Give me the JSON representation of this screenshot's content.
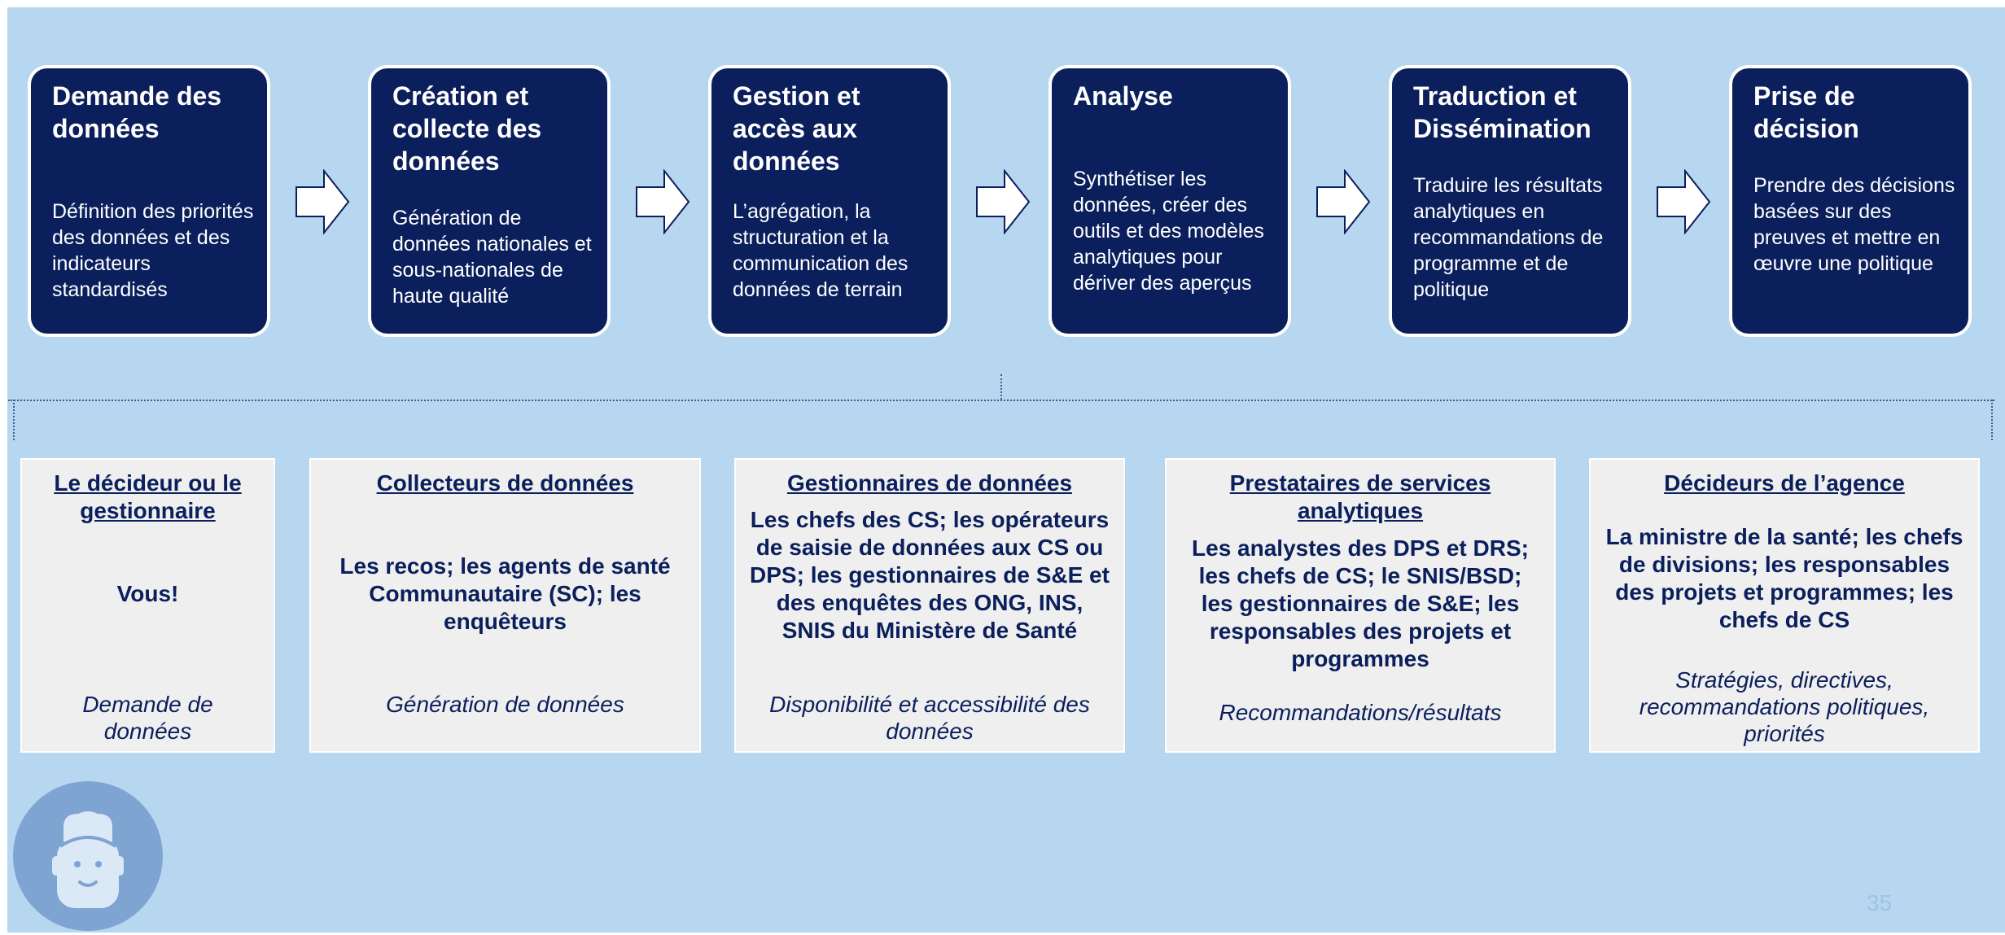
{
  "stages": [
    {
      "title": "Demande des données",
      "desc": "Définition des priorités des données et des indicateurs standardisés"
    },
    {
      "title": "Création et collecte des données",
      "desc": "Génération de données nationales et sous-nationales de haute qualité"
    },
    {
      "title": "Gestion et accès aux données",
      "desc": "L’agrégation, la structuration et la communication des données de terrain"
    },
    {
      "title": "Analyse",
      "desc": "Synthétiser les données, créer des outils et des modèles analytiques pour dériver des aperçus"
    },
    {
      "title": "Traduction et Dissémination",
      "desc": "Traduire les résultats analytiques en recommandations de programme et de politique"
    },
    {
      "title": "Prise de décision",
      "desc": "Prendre des décisions basées sur des preuves et mettre en œuvre une politique"
    }
  ],
  "roles": [
    {
      "title": "Le décideur ou le gestionnaire",
      "body": "Vous!",
      "foot": "Demande de données"
    },
    {
      "title": "Collecteurs de données",
      "body": "Les recos; les agents de santé Communautaire (SC); les enquêteurs",
      "foot": "Génération de données"
    },
    {
      "title": "Gestionnaires de données",
      "body": "Les chefs des CS; les opérateurs de saisie de données aux CS ou DPS; les gestionnaires de S&E et des enquêtes des ONG, INS, SNIS du Ministère de Santé",
      "foot": "Disponibilité et accessibilité des données"
    },
    {
      "title": "Prestataires de services analytiques",
      "body": "Les analystes des DPS et DRS; les chefs de CS; le SNIS/BSD; les gestionnaires de S&E; les responsables des projets et programmes",
      "foot": "Recommandations/résultats"
    },
    {
      "title": "Décideurs de l’agence",
      "body": "La ministre de la santé; les chefs de divisions; les responsables des projets et programmes; les chefs de CS",
      "foot": "Stratégies, directives, recommandations politiques, priorités"
    }
  ],
  "avatar_icon": "person-face-icon",
  "page_number": "35",
  "colors": {
    "background": "#b7d6ef",
    "stage_box": "#0a1f5c",
    "role_box": "#efefef",
    "text_dark": "#0a1f5c"
  }
}
